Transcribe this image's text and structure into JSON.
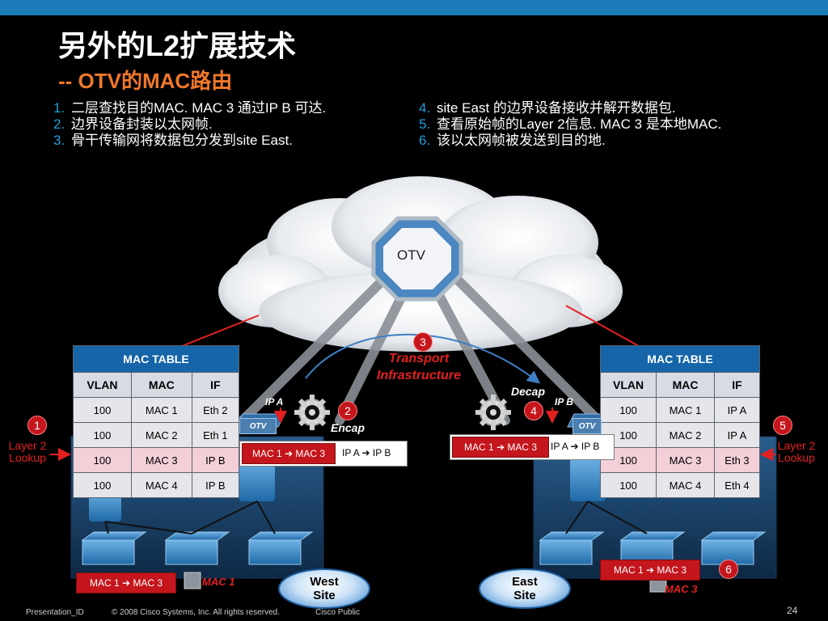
{
  "slide": {
    "title": "另外的L2扩展技术",
    "subtitle": "-- OTV的MAC路由",
    "page_number": "24"
  },
  "steps_left": [
    {
      "num": "1.",
      "text": "二层查找目的MAC. MAC 3 通过IP B 可达."
    },
    {
      "num": "2.",
      "text": "边界设备封装以太网帧."
    },
    {
      "num": "3.",
      "text": "骨干传输网将数据包分发到site East."
    }
  ],
  "steps_right": [
    {
      "num": "4.",
      "text": "site East 的边界设备接收并解开数据包."
    },
    {
      "num": "5.",
      "text": "查看原始帧的Layer  2信息. MAC 3 是本地MAC."
    },
    {
      "num": "6.",
      "text": "该以太网帧被发送到目的地."
    }
  ],
  "diagram": {
    "cloud_label": "OTV",
    "transport_label": "Transport Infrastructure",
    "encap_label": "Encap",
    "decap_label": "Decap",
    "ip_a_label": "IP A",
    "ip_b_label": "IP B",
    "otv_tag": "OTV",
    "badges": [
      "1",
      "2",
      "3",
      "4",
      "5",
      "6"
    ],
    "layer2_lookup": "Layer 2 Lookup",
    "frame_inner": "MAC 1 ➔ MAC 3",
    "frame_outer": "IP A ➔ IP B",
    "west_site": "West Site",
    "east_site": "East Site",
    "mac1_host": "MAC 1",
    "mac3_host": "MAC 3",
    "colors": {
      "accent_blue": "#1a7bb8",
      "alert_red": "#c4161c",
      "subtitle_orange": "#f0782a"
    }
  },
  "mac_table_west": {
    "title": "MAC TABLE",
    "columns": [
      "VLAN",
      "MAC",
      "IF"
    ],
    "rows": [
      [
        "100",
        "MAC 1",
        "Eth 2"
      ],
      [
        "100",
        "MAC 2",
        "Eth 1"
      ],
      [
        "100",
        "MAC 3",
        "IP B"
      ],
      [
        "100",
        "MAC 4",
        "IP B"
      ]
    ]
  },
  "mac_table_east": {
    "title": "MAC TABLE",
    "columns": [
      "VLAN",
      "MAC",
      "IF"
    ],
    "rows": [
      [
        "100",
        "MAC 1",
        "IP A"
      ],
      [
        "100",
        "MAC 2",
        "IP A"
      ],
      [
        "100",
        "MAC 3",
        "Eth 3"
      ],
      [
        "100",
        "MAC 4",
        "Eth 4"
      ]
    ]
  },
  "footer": {
    "presentation_id": "Presentation_ID",
    "copyright": "© 2008 Cisco Systems, Inc. All rights reserved.",
    "classification": "Cisco Public"
  }
}
